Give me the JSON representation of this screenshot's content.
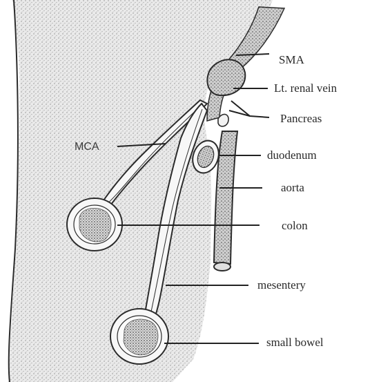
{
  "labels": {
    "sma": "SMA",
    "lt_renal_vein": "Lt. renal vein",
    "pancreas": "Pancreas",
    "mca": "MCA",
    "duodenum": "duodenum",
    "aorta": "aorta",
    "colon": "colon",
    "mesentery": "mesentery",
    "small_bowel": "small bowel"
  },
  "colors": {
    "ink": "#2b2b2b",
    "stipple": "#b9b9b9",
    "background": "#ffffff"
  }
}
